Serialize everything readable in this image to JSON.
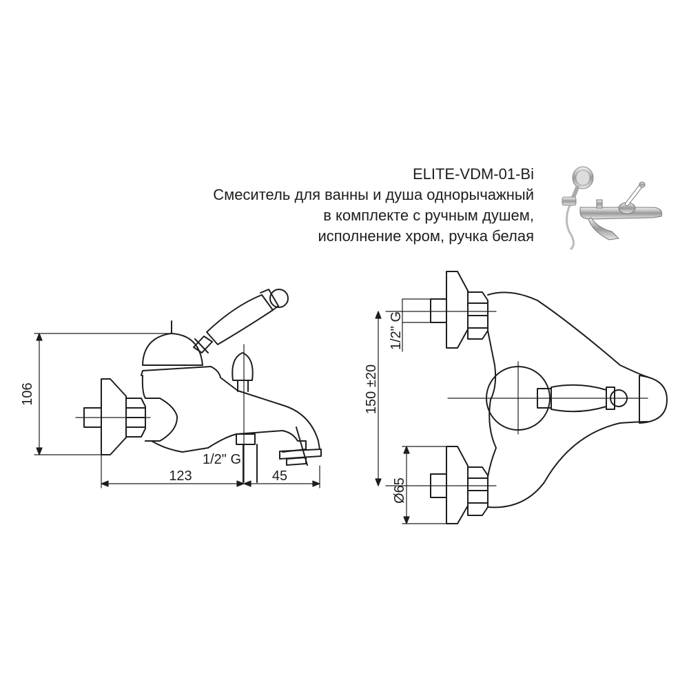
{
  "product": {
    "code": "ELITE-VDM-01-Bi",
    "description_lines": [
      "Смеситель для ванны и душа однорычажный",
      "в комплекте с ручным душем,",
      "исполнение хром, ручка белая"
    ]
  },
  "side_view": {
    "height_label": "106",
    "thread_label": "1/2\" G",
    "length_label": "123",
    "spout_label": "45"
  },
  "front_view": {
    "spacing_label": "150 ±20",
    "thread_label": "1/2\" G",
    "diameter_label": "Ø65"
  },
  "colors": {
    "line": "#1d1d1b",
    "background": "#ffffff"
  }
}
